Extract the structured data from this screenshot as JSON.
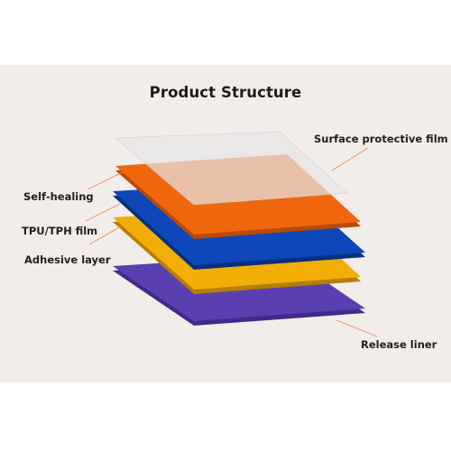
{
  "title": "Product Structure",
  "layers": [
    {
      "label": "Surface protective film",
      "color": "#e8e6e6"
    },
    {
      "label": "Self-healing",
      "color": "#f0670e"
    },
    {
      "label": "TPU/TPH film",
      "color": "#0d47b8"
    },
    {
      "label": "Adhesive layer",
      "color": "#f1ae07"
    },
    {
      "label": "Release liner",
      "color": "#5b3fb0"
    }
  ],
  "colors": {
    "background": "#f2eceb",
    "leader_line": "#f08a45"
  }
}
